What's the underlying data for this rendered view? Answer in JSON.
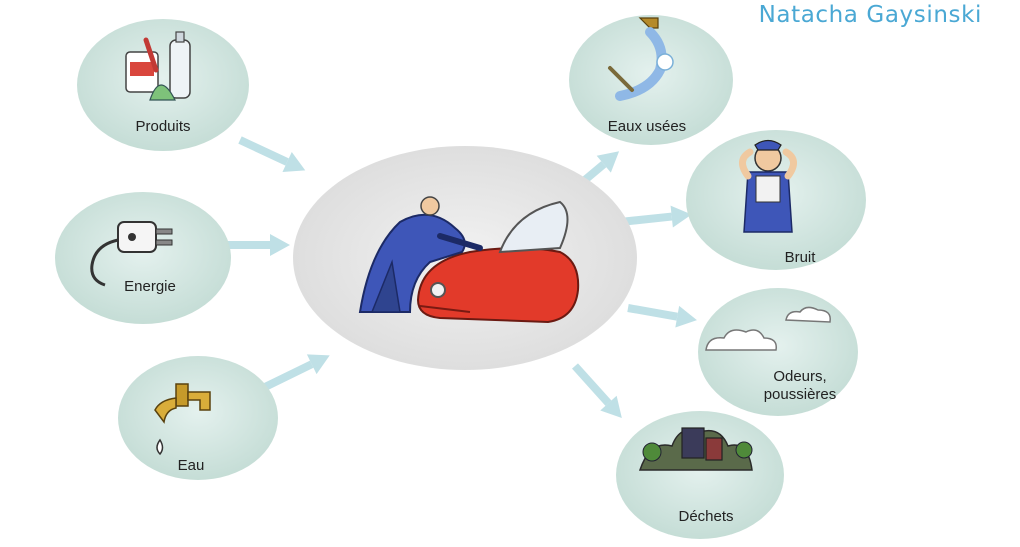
{
  "author": "Natacha Gaysinski",
  "inputs": [
    {
      "label": "Produits",
      "icon": "paint-bottles-icon"
    },
    {
      "label": "Energie",
      "icon": "electric-plug-icon"
    },
    {
      "label": "Eau",
      "icon": "water-tap-icon"
    }
  ],
  "center": {
    "icon": "mechanic-repairing-car-icon"
  },
  "outputs": [
    {
      "label": "Eaux usées",
      "icon": "wastewater-pipe-icon"
    },
    {
      "label": "Bruit",
      "icon": "worker-covering-ears-icon"
    },
    {
      "label_line1": "Odeurs,",
      "label_line2": "poussières",
      "icon": "cloud-icon"
    },
    {
      "label": "Déchets",
      "icon": "waste-pile-icon"
    }
  ],
  "colors": {
    "bubble": "#cfe5df",
    "center": "#e6e6e6",
    "arrow": "#bfe0e6",
    "accent": "#4aa8d4"
  }
}
